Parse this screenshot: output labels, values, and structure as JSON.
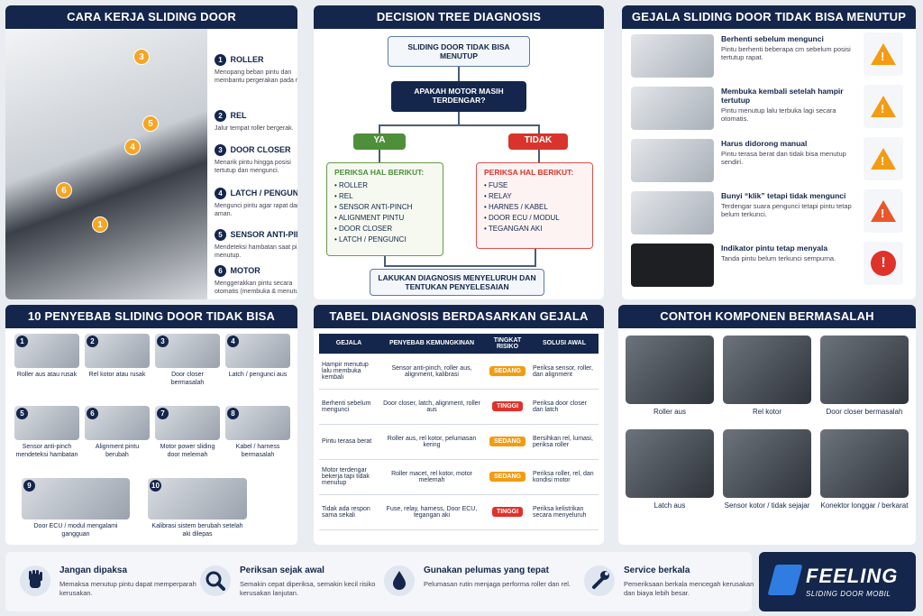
{
  "how_it_works": {
    "title": "CARA KERJA SLIDING DOOR",
    "items": [
      {
        "num": "1",
        "title": "ROLLER",
        "desc": "Menopang beban pintu dan membantu pergerakan pada rel."
      },
      {
        "num": "2",
        "title": "REL",
        "desc": "Jalur tempat roller bergerak."
      },
      {
        "num": "3",
        "title": "DOOR CLOSER",
        "desc": "Menarik pintu hingga posisi tertutup dan mengunci."
      },
      {
        "num": "4",
        "title": "LATCH / PENGUNCI",
        "desc": "Mengunci pintu agar rapat dan aman."
      },
      {
        "num": "5",
        "title": "SENSOR ANTI-PINCH",
        "desc": "Mendeteksi hambatan saat pintu menutup."
      },
      {
        "num": "6",
        "title": "MOTOR",
        "desc": "Menggerakkan pintu secara otomatis (membuka & menutup)."
      }
    ]
  },
  "decision_tree": {
    "title": "DECISION TREE DIAGNOSIS",
    "start": "SLIDING DOOR TIDAK BISA MENUTUP",
    "question": "APAKAH MOTOR MASIH TERDENGAR?",
    "yes": "YA",
    "no": "TIDAK",
    "yes_title": "PERIKSA HAL BERIKUT:",
    "yes_items": [
      "ROLLER",
      "REL",
      "SENSOR ANTI-PINCH",
      "ALIGNMENT PINTU",
      "DOOR CLOSER",
      "LATCH / PENGUNCI"
    ],
    "no_title": "PERIKSA HAL BERIKUT:",
    "no_items": [
      "FUSE",
      "RELAY",
      "HARNES / KABEL",
      "DOOR ECU / MODUL",
      "TEGANGAN AKI"
    ],
    "end": "LAKUKAN DIAGNOSIS MENYELURUH DAN TENTUKAN PENYELESAIAN"
  },
  "symptoms": {
    "title": "GEJALA SLIDING DOOR TIDAK BISA MENUTUP",
    "items": [
      {
        "title": "Berhenti sebelum mengunci",
        "desc": "Pintu berhenti beberapa cm sebelum posisi tertutup rapat.",
        "icon": "warning-icon"
      },
      {
        "title": "Membuka kembali setelah hampir tertutup",
        "desc": "Pintu menutup lalu terbuka lagi secara otomatis.",
        "icon": "warning-icon"
      },
      {
        "title": "Harus didorong manual",
        "desc": "Pintu terasa berat dan tidak bisa menutup sendiri.",
        "icon": "warning-icon"
      },
      {
        "title": "Bunyi “klik” tetapi tidak mengunci",
        "desc": "Terdengar suara pengunci tetapi pintu tetap belum terkunci.",
        "icon": "warning-icon"
      },
      {
        "title": "Indikator pintu tetap menyala",
        "desc": "Tanda pintu belum terkunci sempurna.",
        "icon": "alert-circle-icon"
      }
    ]
  },
  "causes": {
    "title": "10 PENYEBAB SLIDING DOOR TIDAK BISA MENUTUP",
    "items": [
      {
        "num": "1",
        "label": "Roller aus atau rusak"
      },
      {
        "num": "2",
        "label": "Rel kotor atau rusak"
      },
      {
        "num": "3",
        "label": "Door closer bermasalah"
      },
      {
        "num": "4",
        "label": "Latch / pengunci aus"
      },
      {
        "num": "5",
        "label": "Sensor anti-pinch mendeteksi hambatan"
      },
      {
        "num": "6",
        "label": "Alignment pintu berubah"
      },
      {
        "num": "7",
        "label": "Motor power sliding door melemah"
      },
      {
        "num": "8",
        "label": "Kabel / harness bermasalah"
      },
      {
        "num": "9",
        "label": "Door ECU / modul mengalami gangguan"
      },
      {
        "num": "10",
        "label": "Kalibrasi sistem berubah setelah aki dilepas"
      }
    ]
  },
  "table": {
    "title": "TABEL DIAGNOSIS BERDASARKAN GEJALA",
    "headers": [
      "GEJALA",
      "PENYEBAB KEMUNGKINAN",
      "TINGKAT RISIKO",
      "SOLUSI AWAL"
    ],
    "rows": [
      {
        "symptom": "Hampir menutup lalu membuka kembali",
        "cause": "Sensor anti-pinch, roller aus, alignment, kalibrasi",
        "risk": "SEDANG",
        "solution": "Periksa sensor, roller, dan alignment"
      },
      {
        "symptom": "Berhenti sebelum mengunci",
        "cause": "Door closer, latch, alignment, roller aus",
        "risk": "TINGGI",
        "solution": "Periksa door closer dan latch"
      },
      {
        "symptom": "Pintu terasa berat",
        "cause": "Roller aus, rel kotor, pelumasan kering",
        "risk": "SEDANG",
        "solution": "Bersihkan rel, lumasi, periksa roller"
      },
      {
        "symptom": "Motor terdengar bekerja tapi tidak menutup",
        "cause": "Roller macet, rel kotor, motor melemah",
        "risk": "SEDANG",
        "solution": "Periksa roller, rel, dan kondisi motor"
      },
      {
        "symptom": "Tidak ada respon sama sekali",
        "cause": "Fuse, relay, harness, Door ECU, tegangan aki",
        "risk": "TINGGI",
        "solution": "Periksa kelistrikan secara menyeluruh"
      }
    ]
  },
  "components": {
    "title": "CONTOH KOMPONEN BERMASALAH",
    "items": [
      "Roller aus",
      "Rel kotor",
      "Door closer bermasalah",
      "Latch aus",
      "Sensor kotor / tidak sejajar",
      "Konektor longgar / berkarat"
    ]
  },
  "tips": [
    {
      "title": "Jangan dipaksa",
      "desc": "Memaksa menutup pintu dapat memperparah kerusakan.",
      "icon": "hand-stop-icon"
    },
    {
      "title": "Periksan sejak awal",
      "desc": "Semakin cepat diperiksa, semakin kecil risiko kerusakan lanjutan.",
      "icon": "magnifier-icon"
    },
    {
      "title": "Gunakan pelumas yang tepat",
      "desc": "Pelumasan rutin menjaga performa roller dan rel.",
      "icon": "oil-drop-icon"
    },
    {
      "title": "Service berkala",
      "desc": "Pemeriksaan berkala mencegah kerusakan dan biaya lebih besar.",
      "icon": "wrench-icon"
    }
  ],
  "brand": {
    "name": "FEELING",
    "tagline": "SLIDING DOOR MOBIL",
    "color": "#14264b"
  },
  "colors": {
    "yes": "#4e8f3a",
    "no": "#d9342b",
    "medium": "#f39c12",
    "high": "#e0312b"
  }
}
